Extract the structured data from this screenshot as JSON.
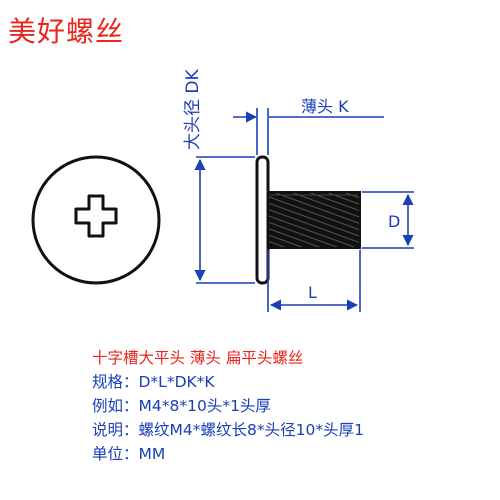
{
  "brand": {
    "name": "美好螺丝",
    "color": "#e8261d"
  },
  "dimensions": {
    "dk": "大头径 DK",
    "k": "薄头 K",
    "d": "D",
    "l": "L"
  },
  "spec": {
    "title": "十字槽大平头 薄头 扁平头螺丝",
    "spec_line": "规格：D*L*DK*K",
    "example_line": "例如：M4*8*10头*1头厚",
    "note_line": "说明：螺纹M4*螺纹长8*头径10*头厚1",
    "unit_line": "单位：MM"
  },
  "colors": {
    "title": "#e8261d",
    "dimension": "#1a3fb8",
    "outline": "#111111"
  }
}
